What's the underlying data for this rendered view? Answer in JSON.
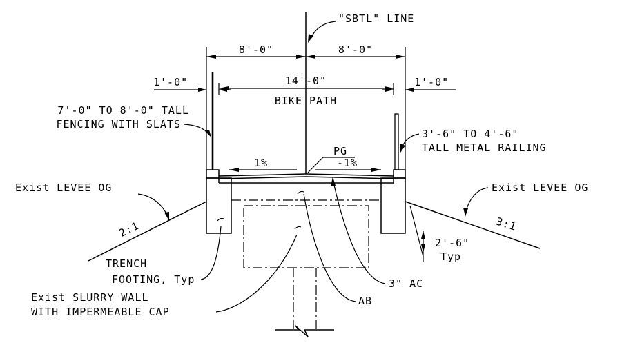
{
  "labels": {
    "sbtl_line": "\"SBTL\" LINE",
    "dim_left_half": "8'-0\"",
    "dim_right_half": "8'-0\"",
    "dim_path_width": "14'-0\"",
    "dim_bike_path": "BIKE PATH",
    "dim_left_offset": "1'-0\"",
    "dim_right_offset": "1'-0\"",
    "fence_line1": "7'-0\" TO 8'-0\" TALL",
    "fence_line2": "FENCING WITH SLATS",
    "railing_line1": "3'-6\" TO 4'-6\"",
    "railing_line2": "TALL METAL RAILING",
    "pg": "PG",
    "slope_left": "1%",
    "slope_right": "-1%",
    "levee_left": "Exist LEVEE OG",
    "levee_right": "Exist LEVEE OG",
    "ratio_left": "2:1",
    "ratio_right": "3:1",
    "footing_line1": "TRENCH",
    "footing_line2": "FOOTING, Typ",
    "depth_line1": "2'-6\"",
    "depth_line2": "Typ",
    "ac": "3\" AC",
    "ab": "AB",
    "slurry_line1": "Exist SLURRY WALL",
    "slurry_line2": "WITH IMPERMEABLE CAP"
  }
}
